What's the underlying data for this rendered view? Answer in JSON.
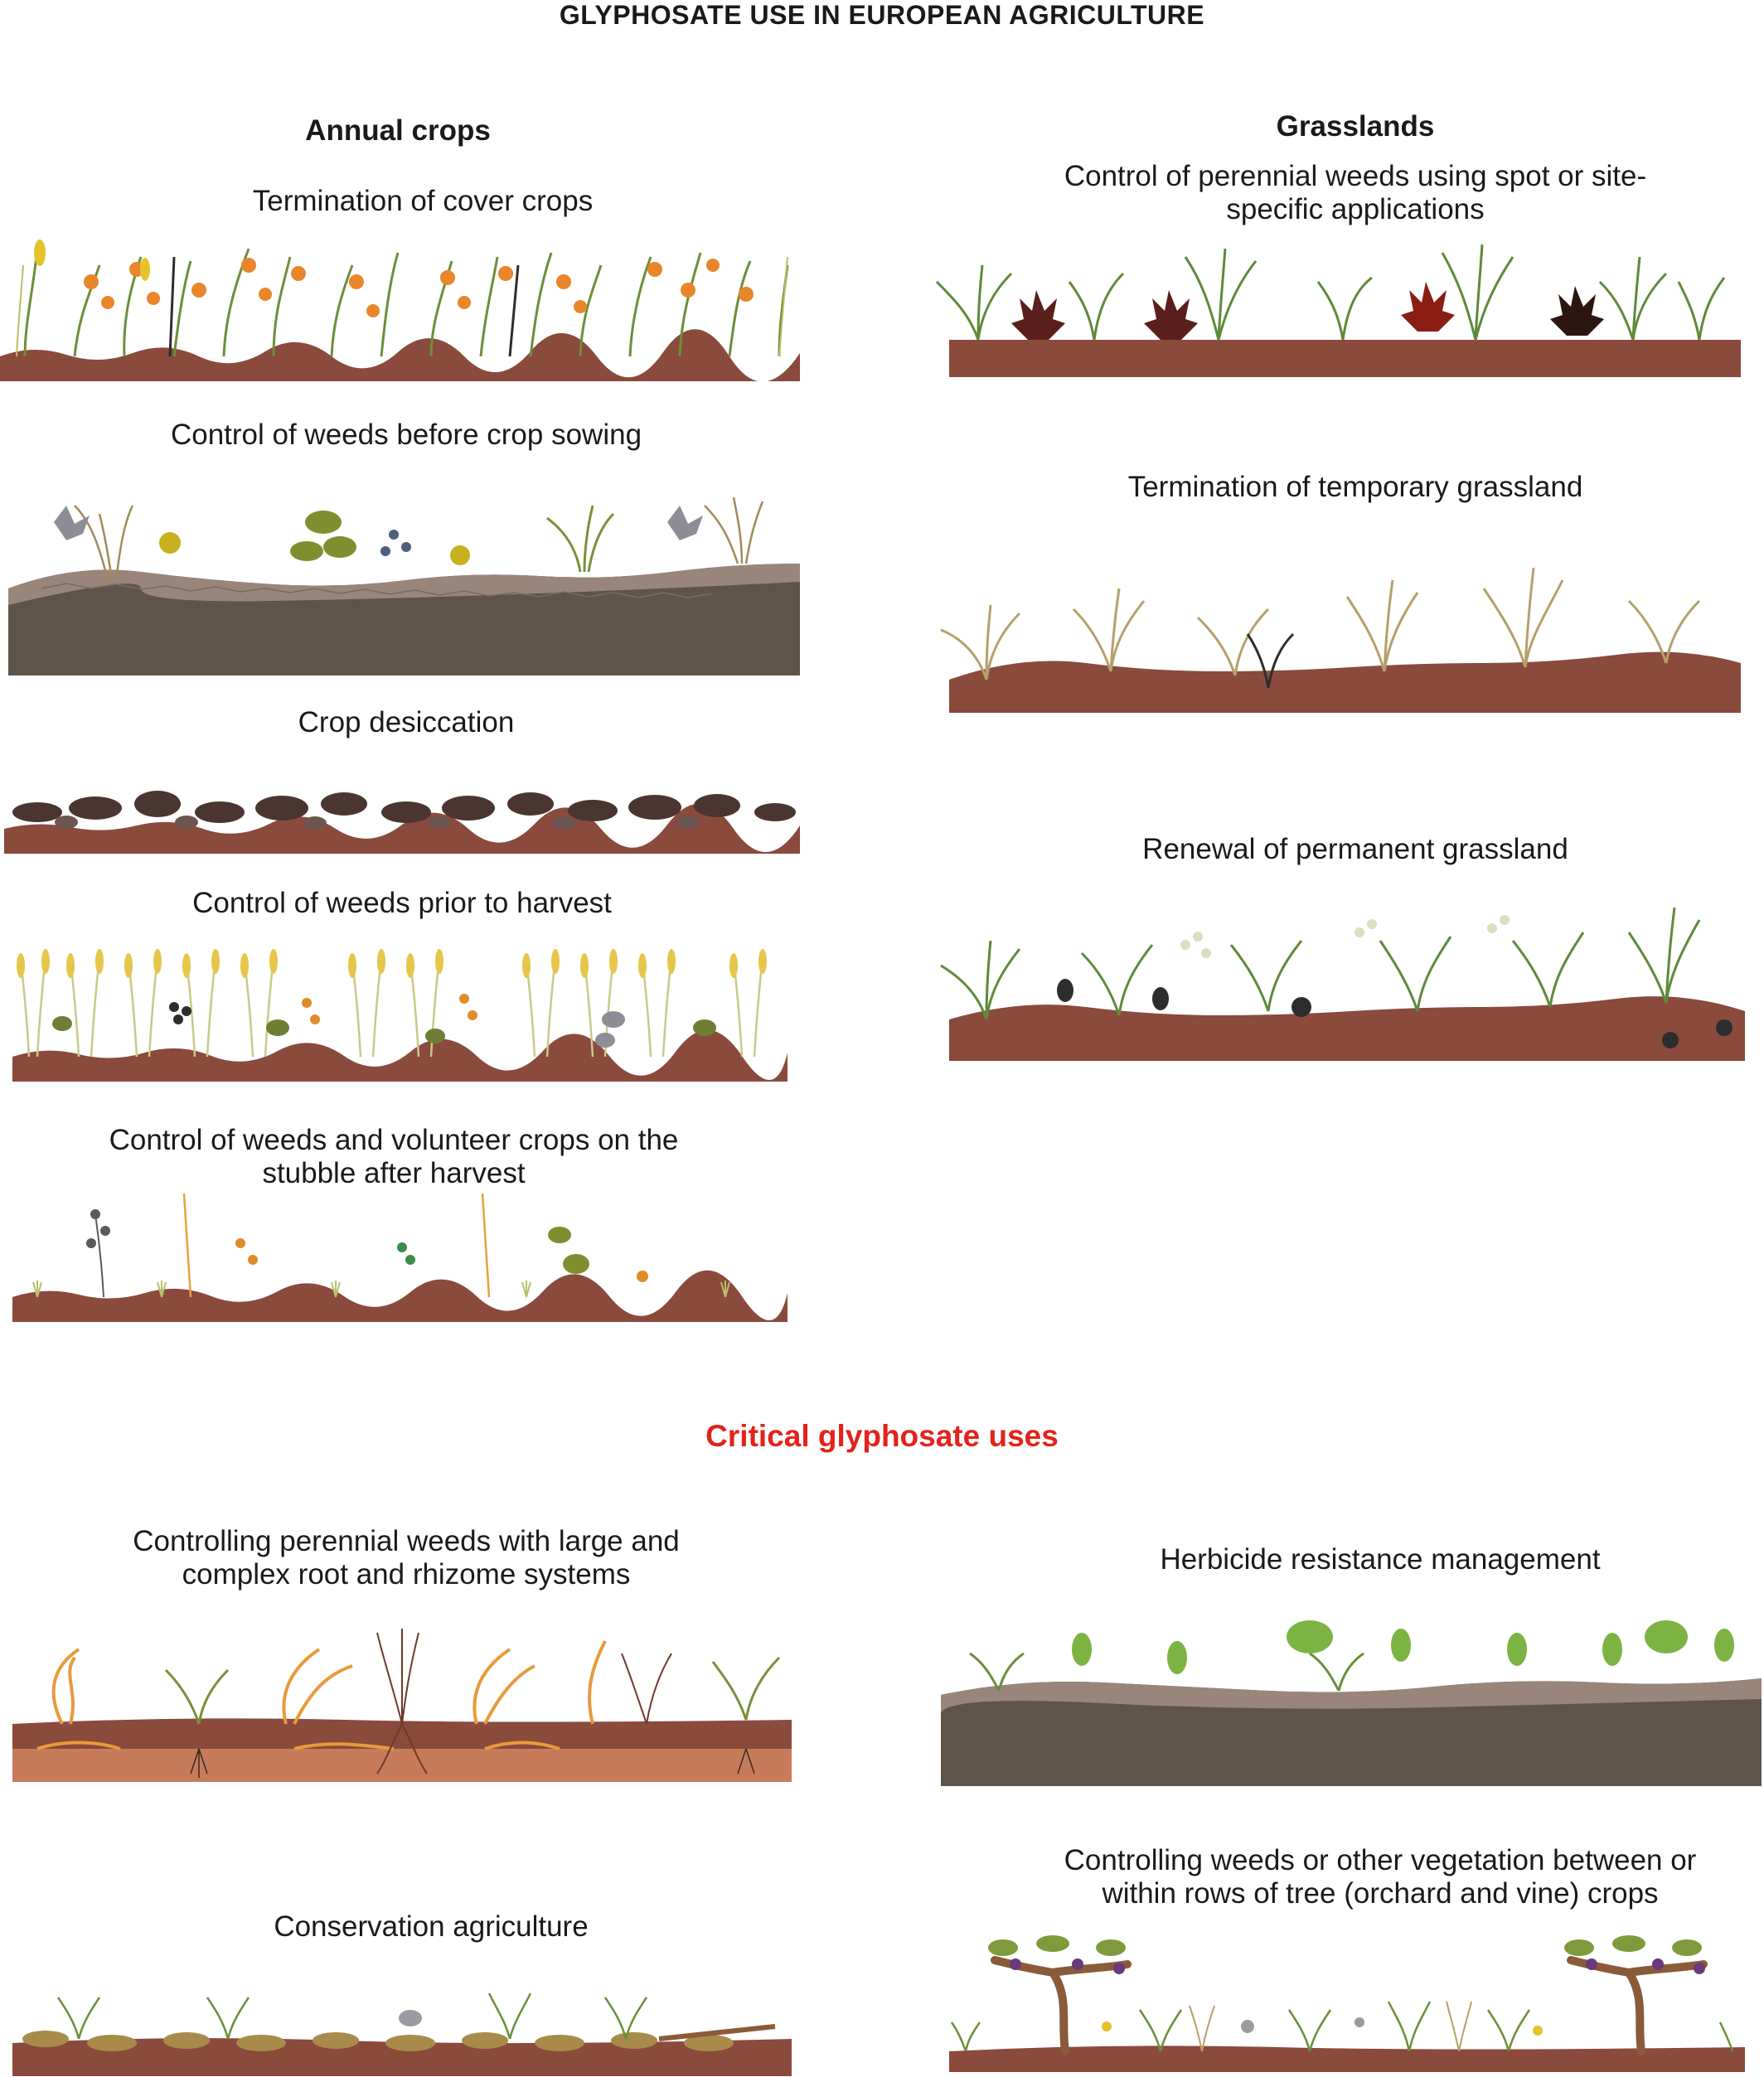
{
  "title": "GLYPHOSATE USE IN EUROPEAN AGRICULTURE",
  "columns": {
    "annual": "Annual crops",
    "grass": "Grasslands"
  },
  "annual_uses": [
    {
      "label": "Termination of cover crops",
      "scene": "cover-crops"
    },
    {
      "label": "Control of weeds before crop sowing",
      "scene": "pre-sowing"
    },
    {
      "label": "Crop desiccation",
      "scene": "desiccation"
    },
    {
      "label": "Control of weeds prior to harvest",
      "scene": "pre-harvest"
    },
    {
      "label_lines": [
        "Control of weeds and volunteer crops on the",
        "stubble after harvest"
      ],
      "scene": "stubble"
    }
  ],
  "grassland_uses": [
    {
      "label_lines": [
        "Control of perennial weeds using spot or site-",
        "specific applications"
      ],
      "scene": "spot-application"
    },
    {
      "label": "Termination of temporary grassland",
      "scene": "temporary-grassland"
    },
    {
      "label": "Renewal of permanent grassland",
      "scene": "permanent-grassland"
    }
  ],
  "critical_heading": "Critical glyphosate uses",
  "critical_uses": [
    {
      "label_lines": [
        "Controlling perennial weeds with large and",
        "complex root and rhizome systems"
      ],
      "scene": "rhizome"
    },
    {
      "label": "Herbicide resistance management",
      "scene": "resistance"
    },
    {
      "label": "Conservation agriculture",
      "scene": "conservation"
    },
    {
      "label_lines": [
        "Controlling weeds or other vegetation between or",
        "within rows of tree (orchard and vine) crops"
      ],
      "scene": "orchard-vine"
    }
  ],
  "colors": {
    "soil": "#8a4a3c",
    "soil_dark": "#5e5449",
    "cracked": "#9a857b",
    "critical": "#e2231a"
  }
}
